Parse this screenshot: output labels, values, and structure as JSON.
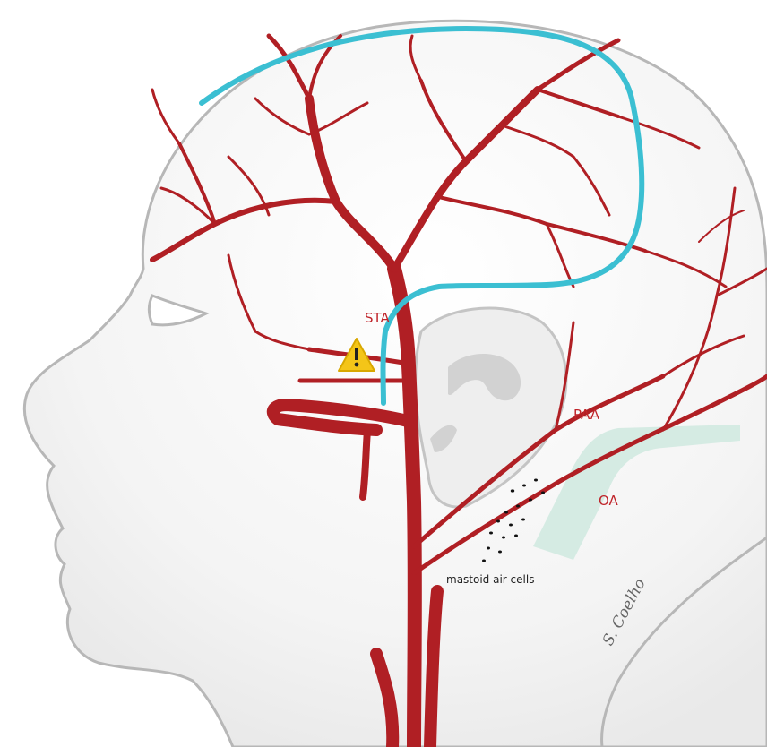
{
  "labels": {
    "sta": "STA",
    "paa": "PAA",
    "oa": "OA",
    "mastoid": "mastoid air cells"
  },
  "signature": "S. Coelho",
  "icons": {
    "warning": "warning-icon"
  },
  "colors": {
    "artery": "#b01f24",
    "incision": "#3bbfd2",
    "skin_outline": "#b7b7b7",
    "head_fill": "#f3f3f3",
    "ear_fill": "#dcdcdc",
    "mastoid_incision": "#cfe9df",
    "label_red": "#c0242a",
    "warning_yellow": "#f4c518"
  }
}
